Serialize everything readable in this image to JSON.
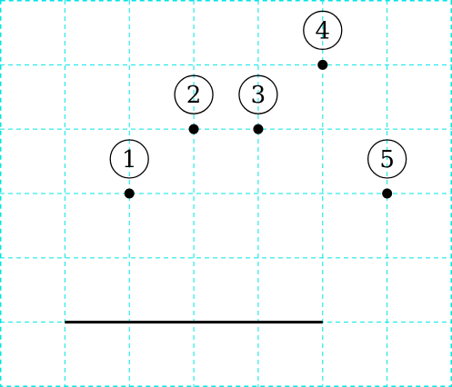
{
  "diagram": {
    "grid": {
      "columns": 7,
      "rows": 6,
      "line_color": "#00e5e5",
      "style": "dashed"
    },
    "segment": {
      "from": [
        1,
        1
      ],
      "to": [
        5,
        1
      ],
      "color": "#000000"
    },
    "points": [
      {
        "label": "1",
        "x": 2,
        "y": 3
      },
      {
        "label": "2",
        "x": 3,
        "y": 4
      },
      {
        "label": "3",
        "x": 4,
        "y": 4
      },
      {
        "label": "4",
        "x": 5,
        "y": 5
      },
      {
        "label": "5",
        "x": 6,
        "y": 3
      }
    ],
    "label_style": "circled-number"
  }
}
